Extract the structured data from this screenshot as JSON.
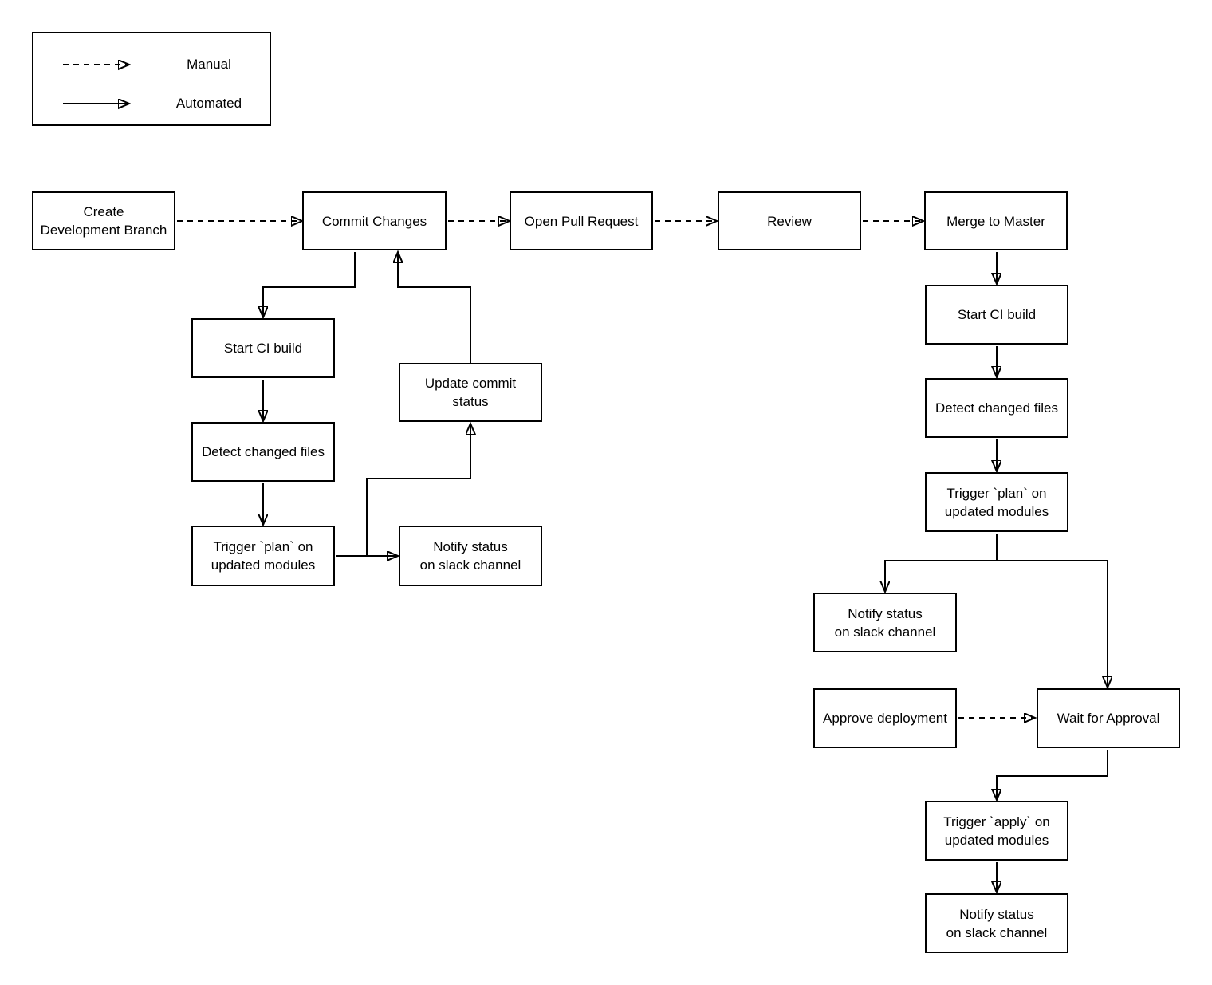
{
  "diagram": {
    "kind": "flowchart",
    "background": "#ffffff",
    "stroke_color": "#000000",
    "text_color": "#000000"
  },
  "legend": {
    "items": [
      {
        "style": "dashed",
        "label": "Manual"
      },
      {
        "style": "solid",
        "label": "Automated"
      }
    ]
  },
  "nodes": {
    "create_development_branch": {
      "lines": [
        "Create",
        "Development Branch"
      ]
    },
    "commit_changes": {
      "lines": [
        "Commit Changes"
      ]
    },
    "open_pull_request": {
      "lines": [
        "Open Pull Request"
      ]
    },
    "review": {
      "lines": [
        "Review"
      ]
    },
    "merge_to_master": {
      "lines": [
        "Merge to Master"
      ]
    },
    "start_ci_build_left": {
      "lines": [
        "Start CI build"
      ]
    },
    "detect_changed_files_left": {
      "lines": [
        "Detect changed files"
      ]
    },
    "trigger_plan_left": {
      "lines": [
        "Trigger `plan` on",
        "updated modules"
      ]
    },
    "update_commit_status": {
      "lines": [
        "Update commit",
        "status"
      ]
    },
    "notify_status_left": {
      "lines": [
        "Notify status",
        "on slack channel"
      ]
    },
    "start_ci_build_right": {
      "lines": [
        "Start CI build"
      ]
    },
    "detect_changed_files_right": {
      "lines": [
        "Detect changed files"
      ]
    },
    "trigger_plan_right": {
      "lines": [
        "Trigger `plan` on",
        "updated modules"
      ]
    },
    "notify_status_right_1": {
      "lines": [
        "Notify status",
        "on slack channel"
      ]
    },
    "approve_deployment": {
      "lines": [
        "Approve deployment"
      ]
    },
    "wait_for_approval": {
      "lines": [
        "Wait for Approval"
      ]
    },
    "trigger_apply": {
      "lines": [
        "Trigger `apply` on",
        "updated modules"
      ]
    },
    "notify_status_right_2": {
      "lines": [
        "Notify status",
        "on slack channel"
      ]
    }
  },
  "edges": [
    {
      "from": "create_development_branch",
      "to": "commit_changes",
      "type": "manual"
    },
    {
      "from": "commit_changes",
      "to": "open_pull_request",
      "type": "manual"
    },
    {
      "from": "open_pull_request",
      "to": "review",
      "type": "manual"
    },
    {
      "from": "review",
      "to": "merge_to_master",
      "type": "manual"
    },
    {
      "from": "commit_changes",
      "to": "start_ci_build_left",
      "type": "automated"
    },
    {
      "from": "start_ci_build_left",
      "to": "detect_changed_files_left",
      "type": "automated"
    },
    {
      "from": "detect_changed_files_left",
      "to": "trigger_plan_left",
      "type": "automated"
    },
    {
      "from": "trigger_plan_left",
      "to": "notify_status_left",
      "type": "automated"
    },
    {
      "from": "trigger_plan_left",
      "to": "update_commit_status",
      "type": "automated"
    },
    {
      "from": "update_commit_status",
      "to": "commit_changes",
      "type": "automated"
    },
    {
      "from": "merge_to_master",
      "to": "start_ci_build_right",
      "type": "automated"
    },
    {
      "from": "start_ci_build_right",
      "to": "detect_changed_files_right",
      "type": "automated"
    },
    {
      "from": "detect_changed_files_right",
      "to": "trigger_plan_right",
      "type": "automated"
    },
    {
      "from": "trigger_plan_right",
      "to": "notify_status_right_1",
      "type": "automated"
    },
    {
      "from": "trigger_plan_right",
      "to": "wait_for_approval",
      "type": "automated"
    },
    {
      "from": "approve_deployment",
      "to": "wait_for_approval",
      "type": "manual"
    },
    {
      "from": "wait_for_approval",
      "to": "trigger_apply",
      "type": "automated"
    },
    {
      "from": "trigger_apply",
      "to": "notify_status_right_2",
      "type": "automated"
    }
  ]
}
